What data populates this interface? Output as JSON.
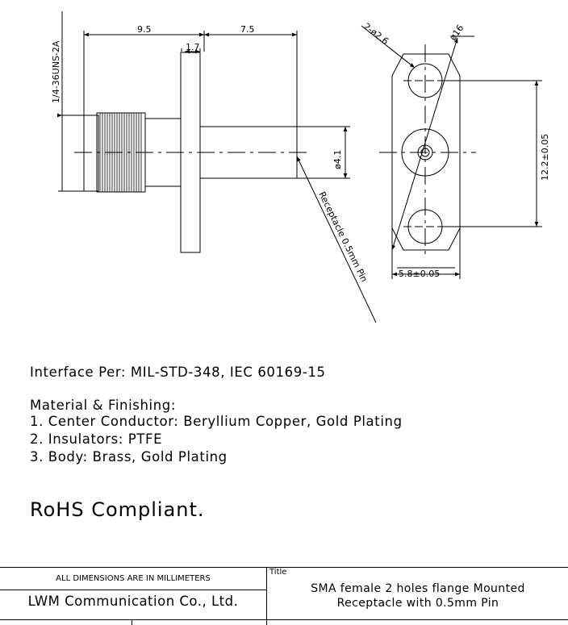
{
  "dimensions": {
    "thread": "1/4-36UNS-2A",
    "length_a": "9.5",
    "length_b": "7.5",
    "flange_thickness": "1.7",
    "pin_diameter": "ø4.1",
    "hole_callout": "2-ø2.6",
    "circle_diameter": "ø16",
    "hole_spacing": "12.2±0.05",
    "flange_width": "5.8±0.05",
    "receptacle_note": "Receptacle 0.5mm Pin"
  },
  "notes": {
    "interface": "Interface Per: MIL-STD-348, IEC 60169-15",
    "material_heading": "Material & Finishing:",
    "material_items": [
      "1. Center Conductor: Beryllium Copper, Gold Plating",
      "2. Insulators: PTFE",
      "3. Body: Brass, Gold Plating"
    ],
    "rohs": "RoHS Compliant."
  },
  "title_block": {
    "units_note": "ALL DIMENSIONS ARE IN MILLIMETERS",
    "company": "LWM Communication Co., Ltd.",
    "title_label": "Title",
    "product_line1": "SMA female 2 holes flange Mounted",
    "product_line2": "Receptacle with 0.5mm Pin"
  }
}
